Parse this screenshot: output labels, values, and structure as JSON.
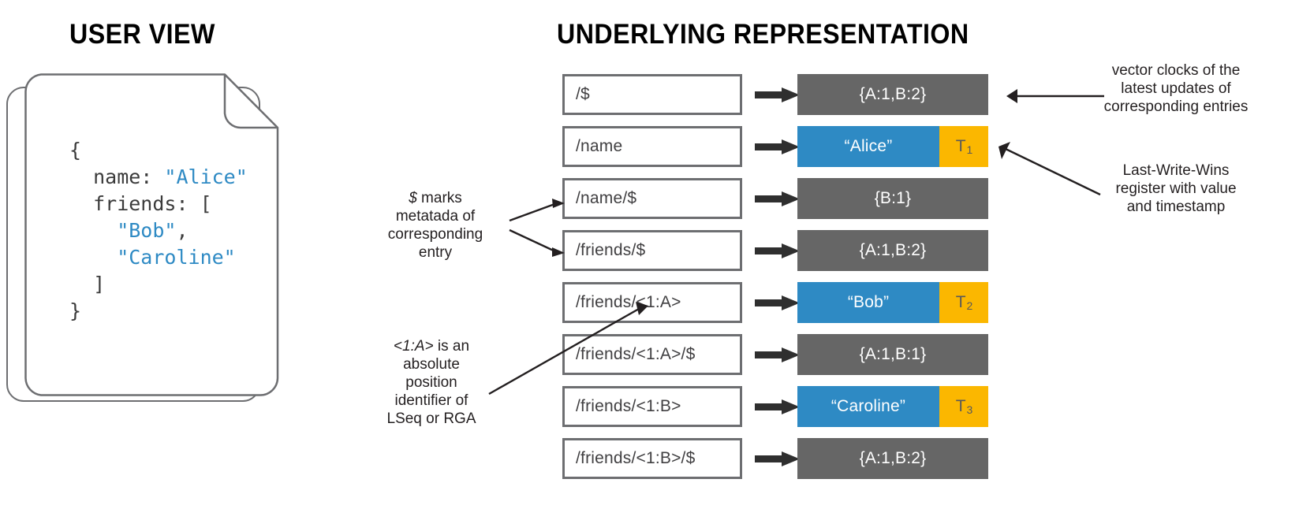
{
  "titles": {
    "left": "USER VIEW",
    "right": "UNDERLYING REPRESENTATION"
  },
  "user_view": {
    "document_code_line_1": "{",
    "document_code_indent_name_key": "  name: ",
    "document_code_name_value": "\"Alice\"",
    "document_code_friends_key": "  friends: [",
    "document_code_friend_1": "    \"Bob\"",
    "document_code_friend_1_comma": ",",
    "document_code_friend_2": "    \"Caroline\"",
    "document_code_close_bracket": "  ]",
    "document_code_close_brace": "}"
  },
  "rows": [
    {
      "path": "/$",
      "kind": "vector-clock",
      "value": "{A:1,B:2}",
      "timestamp": ""
    },
    {
      "path": "/name",
      "kind": "lww-register",
      "value": "“Alice”",
      "timestamp": "T",
      "timestamp_sub": "1"
    },
    {
      "path": "/name/$",
      "kind": "vector-clock",
      "value": "{B:1}",
      "timestamp": ""
    },
    {
      "path": "/friends/$",
      "kind": "vector-clock",
      "value": "{A:1,B:2}",
      "timestamp": ""
    },
    {
      "path": "/friends/<1:A>",
      "kind": "lww-register",
      "value": "“Bob”",
      "timestamp": "T",
      "timestamp_sub": "2"
    },
    {
      "path": "/friends/<1:A>/$",
      "kind": "vector-clock",
      "value": "{A:1,B:1}",
      "timestamp": ""
    },
    {
      "path": "/friends/<1:B>",
      "kind": "lww-register",
      "value": "“Caroline”",
      "timestamp": "T",
      "timestamp_sub": "3"
    },
    {
      "path": "/friends/<1:B>/$",
      "kind": "vector-clock",
      "value": "{A:1,B:2}",
      "timestamp": ""
    }
  ],
  "annotations": {
    "dollar_marker_em": "$",
    "dollar_marker_rest": " marks\nmetatada of\ncorresponding\nentry",
    "position_id_em": "<1:A>",
    "position_id_rest": " is an\nabsolute\nposition\nidentifier of\nLSeq or RGA",
    "vector_clocks": "vector clocks of the\nlatest updates of\ncorresponding entries",
    "lww": "Last-Write-Wins\nregister with value\nand timestamp"
  },
  "colors": {
    "vector_clock_box": "#666666",
    "lww_value_box": "#2e8ac4",
    "timestamp_box": "#fbb700",
    "box_border": "#6d6e71",
    "string_literal": "#2e8ac4",
    "arrow": "#2f2f2f"
  }
}
